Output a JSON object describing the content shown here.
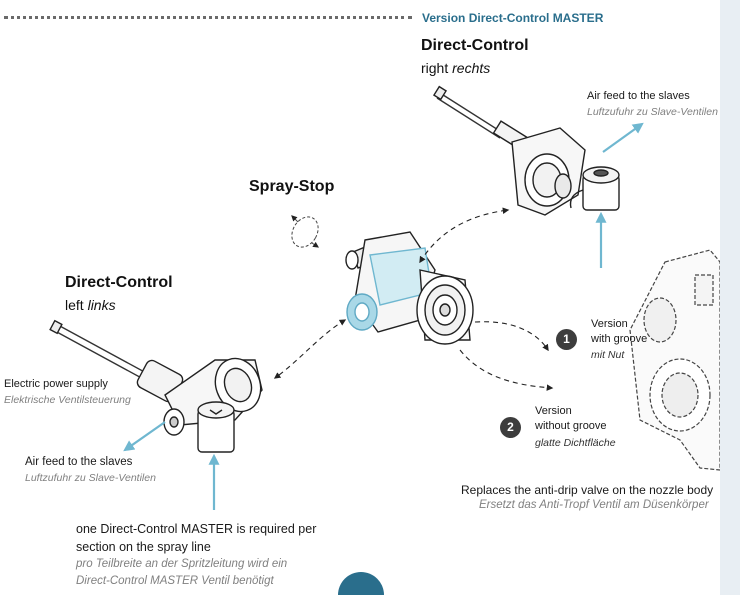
{
  "header": {
    "version_title": "Version Direct-Control MASTER"
  },
  "direct_control_right": {
    "title": "Direct-Control",
    "subtitle_en": "right",
    "subtitle_de": "rechts"
  },
  "spray_stop": {
    "title": "Spray-Stop"
  },
  "direct_control_left": {
    "title": "Direct-Control",
    "subtitle_en": "left",
    "subtitle_de": "links"
  },
  "air_feed_right": {
    "en": "Air feed to the slaves",
    "de": "Luftzufuhr zu Slave-Ventilen"
  },
  "electric_supply": {
    "en": "Electric power supply",
    "de": "Elektrische Ventilsteuerung"
  },
  "air_feed_left": {
    "en": "Air feed to the slaves",
    "de": "Luftzufuhr zu Slave-Ventilen"
  },
  "version_1": {
    "number": "1",
    "line1": "Version",
    "line2": "with groove",
    "de": "mit Nut"
  },
  "version_2": {
    "number": "2",
    "line1": "Version",
    "line2": "without groove",
    "de": "glatte Dichtfläche"
  },
  "replaces": {
    "en": "Replaces the anti-drip valve on the nozzle body",
    "de": "Ersetzt das Anti-Tropf Ventil am Düsenkörper"
  },
  "master_note": {
    "en_line1": "one Direct-Control MASTER is required per",
    "en_line2": "section on the spray line",
    "de_line1": "pro Teilbreite an der Spritzleitung wird ein",
    "de_line2": "Direct-Control MASTER Ventil benötigt"
  },
  "colors": {
    "accent_blue": "#6fb7d0",
    "header_blue": "#2a6e8c",
    "badge_dark": "#3d3d3d"
  }
}
